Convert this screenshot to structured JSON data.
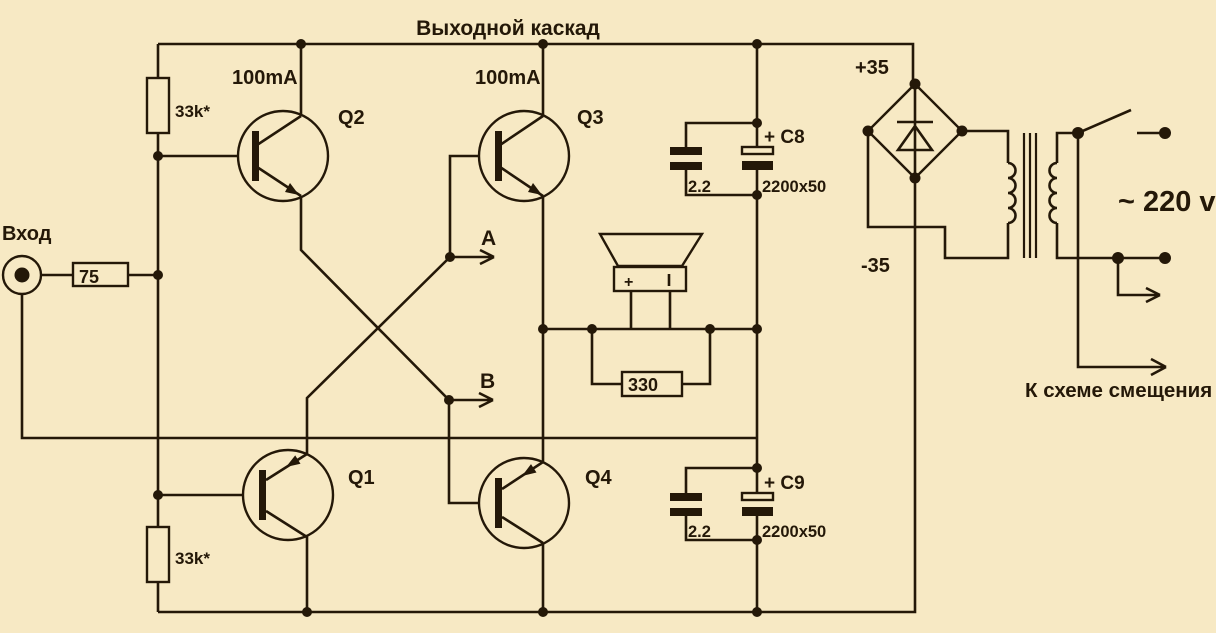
{
  "title": "Выходной каскад",
  "colors": {
    "background": "#f7e9c4",
    "line": "#241808"
  },
  "input": {
    "label": "Вход",
    "series_resistor": "75"
  },
  "resistors": {
    "top_bias": "33k*",
    "bottom_bias": "33k*",
    "output_shunt": "330"
  },
  "transistors": {
    "q1": "Q1",
    "q2": "Q2",
    "q3": "Q3",
    "q4": "Q4",
    "q2_current": "100mA",
    "q3_current": "100mA"
  },
  "test_points": {
    "a": "A",
    "b": "B"
  },
  "capacitors": {
    "c8_label": "+ C8",
    "c8_value": "2200x50",
    "c8_parallel": "2.2",
    "c9_label": "+ C9",
    "c9_value": "2200x50",
    "c9_parallel": "2.2"
  },
  "power": {
    "positive_rail": "+35",
    "negative_rail": "-35",
    "mains": "~ 220 v",
    "bias_note": "К схеме смещения"
  },
  "speaker": {
    "plus_terminal": "+"
  }
}
